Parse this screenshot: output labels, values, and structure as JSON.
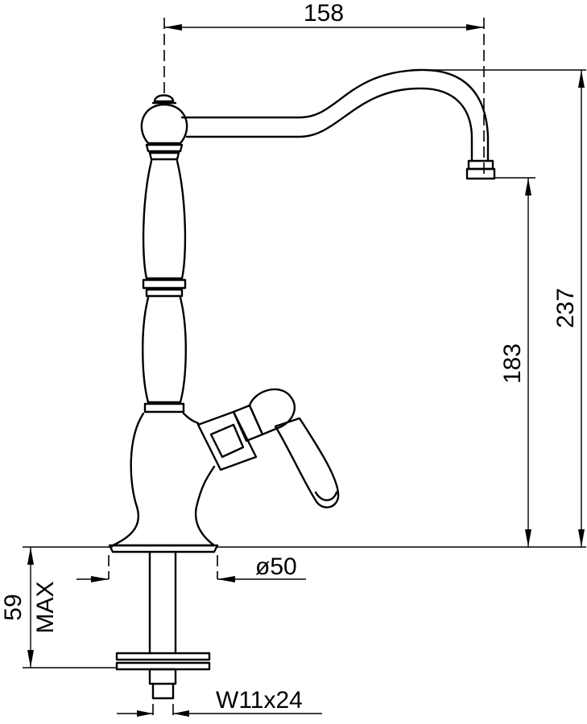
{
  "dimensions": {
    "spout_reach": "158",
    "total_height": "237",
    "spout_height": "183",
    "base_diameter": "ø50",
    "shank_length": "59",
    "shank_length_note": "MAX",
    "thread": "W11x24"
  },
  "colors": {
    "line": "#000000",
    "background": "#ffffff"
  }
}
